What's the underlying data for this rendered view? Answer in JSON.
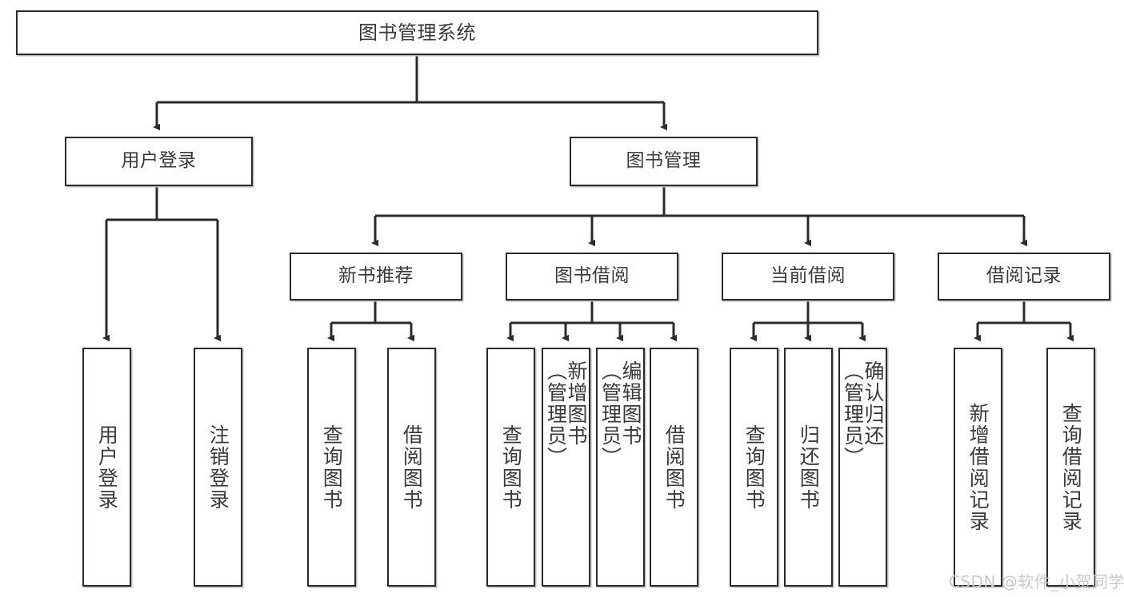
{
  "diagram": {
    "title": "图书管理系统",
    "type": "function-structure-tree",
    "watermark": "CSDN @软件_小贺同学",
    "colors": {
      "box_border": "#2b2b2b",
      "box_fill": "#ffffff",
      "text": "#3a3a3a",
      "edge": "#2b2b2b",
      "watermark": "#c9c9c9",
      "background": "#ffffff"
    },
    "levels": {
      "root": "图书管理系统",
      "level1": [
        "用户登录",
        "图书管理"
      ],
      "level2": [
        "新书推荐",
        "图书借阅",
        "当前借阅",
        "借阅记录"
      ],
      "leaves": [
        "用户登录",
        "注销登录",
        "查询图书",
        "借阅图书",
        "查询图书",
        "新增图书（管理员）",
        "编辑图书（管理员）",
        "借阅图书",
        "查询图书",
        "归还图书",
        "确认归还（管理员）",
        "新增借阅记录",
        "查询借阅记录"
      ]
    },
    "nodes": {
      "root": {
        "label": "图书管理系统"
      },
      "user_login": {
        "label": "用户登录"
      },
      "book_manage": {
        "label": "图书管理"
      },
      "new_book_rec": {
        "label": "新书推荐"
      },
      "book_borrow": {
        "label": "图书借阅"
      },
      "current_borrow": {
        "label": "当前借阅"
      },
      "borrow_record": {
        "label": "借阅记录"
      },
      "leaf_user_login": {
        "label": "用户登录"
      },
      "leaf_logout": {
        "label": "注销登录"
      },
      "leaf_query_book_a": {
        "label": "查询图书"
      },
      "leaf_borrow_book_a": {
        "label": "借阅图书"
      },
      "leaf_query_book_b": {
        "label": "查询图书"
      },
      "leaf_add_book": {
        "label": "新增图书\n（管理员）"
      },
      "leaf_edit_book": {
        "label": "编辑图书\n（管理员）"
      },
      "leaf_borrow_book_b": {
        "label": "借阅图书"
      },
      "leaf_query_book_c": {
        "label": "查询图书"
      },
      "leaf_return_book": {
        "label": "归还图书"
      },
      "leaf_confirm_return": {
        "label": "确认归还\n（管理员）"
      },
      "leaf_add_record": {
        "label": "新增借阅记录"
      },
      "leaf_query_record": {
        "label": "查询借阅记录"
      }
    }
  }
}
